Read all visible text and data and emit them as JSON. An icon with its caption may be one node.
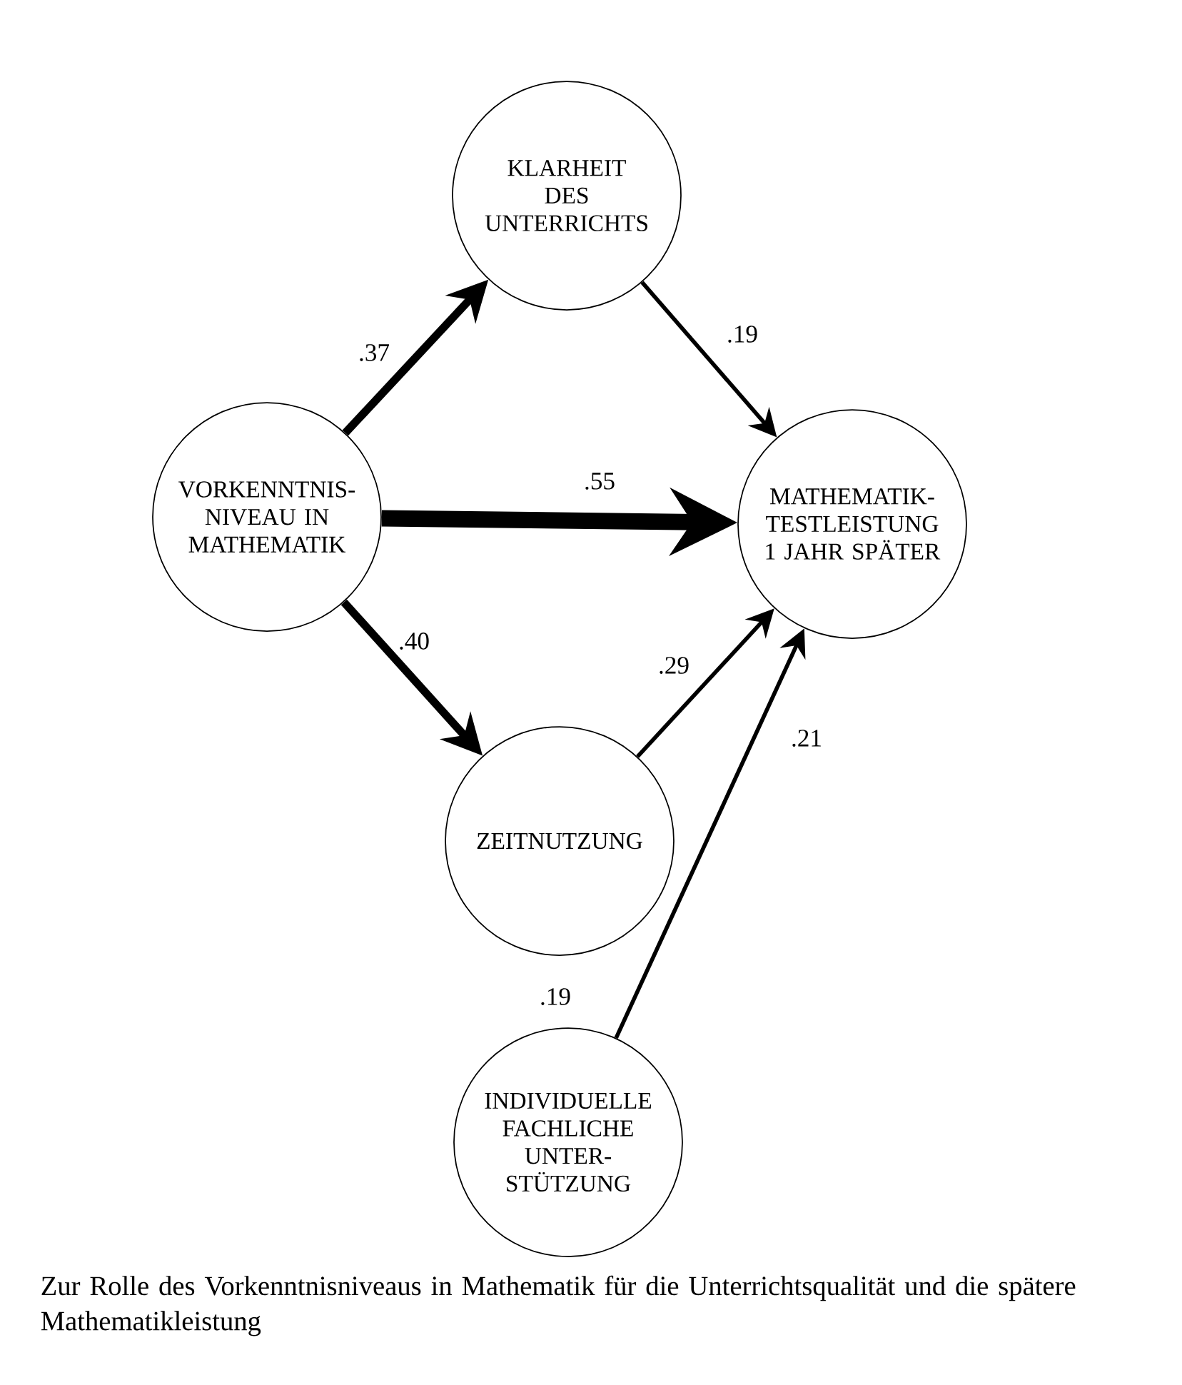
{
  "diagram": {
    "caption": "Zur Rolle des Vorkenntnisniveaus in Mathematik für die Unterrichtsqualität und die spätere Mathematikleistung",
    "nodes": [
      {
        "text": [
          "KLARHEIT DES UNTERRICHTS"
        ]
      },
      {
        "text": [
          "VORKENNTNIS-NIVEAU IN MATHEMATIK"
        ]
      },
      {
        "text": [
          "MATHEMATIK-TESTLEISTUNG 1 JAHR SPÄTER"
        ]
      },
      {
        "text": [
          "ZEITNUTZUNG"
        ]
      },
      {
        "text": [
          "INDIVIDUELLE FACHLICHE UNTER-STÜTZUNG"
        ]
      }
    ],
    "edges": [
      {
        "from": 1,
        "to": 0,
        "arrow": "to",
        "label": ".37",
        "style": "thick"
      },
      {
        "from": 0,
        "to": 2,
        "arrow": "to",
        "label": ".19"
      },
      {
        "from": 1,
        "to": 2,
        "arrow": "to",
        "label": ".55",
        "style": "thick"
      },
      {
        "from": 1,
        "to": 3,
        "arrow": "to",
        "label": ".40",
        "style": "thick"
      },
      {
        "from": 3,
        "to": 2,
        "arrow": "to",
        "label": ".29"
      },
      {
        "from": 4,
        "to": 2,
        "arrow": "to",
        "label": ".21"
      }
    ],
    "labels": [
      ".19"
    ]
  }
}
